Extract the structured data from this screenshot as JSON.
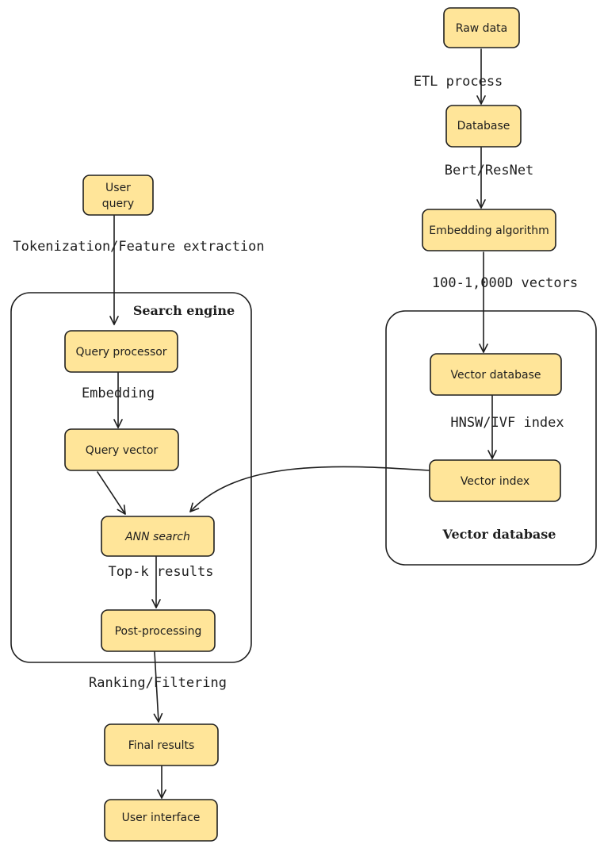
{
  "nodes": {
    "raw_data": "Raw data",
    "database": "Database",
    "embedding_algorithm": "Embedding algorithm",
    "vector_database_node": "Vector database",
    "vector_index": "Vector index",
    "user_query_line1": "User",
    "user_query_line2": "query",
    "query_processor": "Query processor",
    "query_vector": "Query vector",
    "ann_search": "ANN search",
    "post_processing": "Post-processing",
    "final_results": "Final results",
    "user_interface": "User interface"
  },
  "edge_labels": {
    "etl": "ETL process",
    "bert": "Bert/ResNet",
    "vectors": "100-1,000D vectors",
    "hnsw": "HNSW/IVF index",
    "tokenization": "Tokenization/Feature extraction",
    "embedding": "Embedding",
    "topk": "Top-k results",
    "ranking": "Ranking/Filtering"
  },
  "groups": {
    "search_engine": "Search engine",
    "vector_database": "Vector database"
  },
  "colors": {
    "node_fill": "#ffe599",
    "stroke": "#1e1e1e"
  }
}
